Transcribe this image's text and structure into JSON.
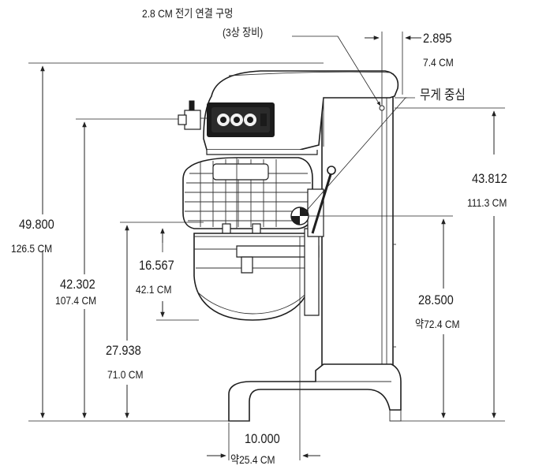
{
  "labels": {
    "power_hole": "2.8 CM  전기 연결 구멍",
    "power_hole_note": "(3상 장비)",
    "top_offset_in": "2.895",
    "top_offset_cm": "7.4 CM",
    "center_of_gravity": "무게 중심",
    "cog_height_in": "43.812",
    "cog_height_cm": "111.3 CM",
    "total_height_in": "49.800",
    "total_height_cm": "126.5 CM",
    "head_height_in": "42.302",
    "head_height_cm": "107.4 CM",
    "bowl_depth_in": "16.567",
    "bowl_depth_cm": "42.1 CM",
    "base_cog_in": "28.500",
    "base_cog_cm": "약72.4 CM",
    "bowl_top_in": "27.938",
    "bowl_top_cm": "71.0 CM",
    "bottom_offset_in": "10.000",
    "bottom_offset_cm": "약25.4 CM"
  }
}
